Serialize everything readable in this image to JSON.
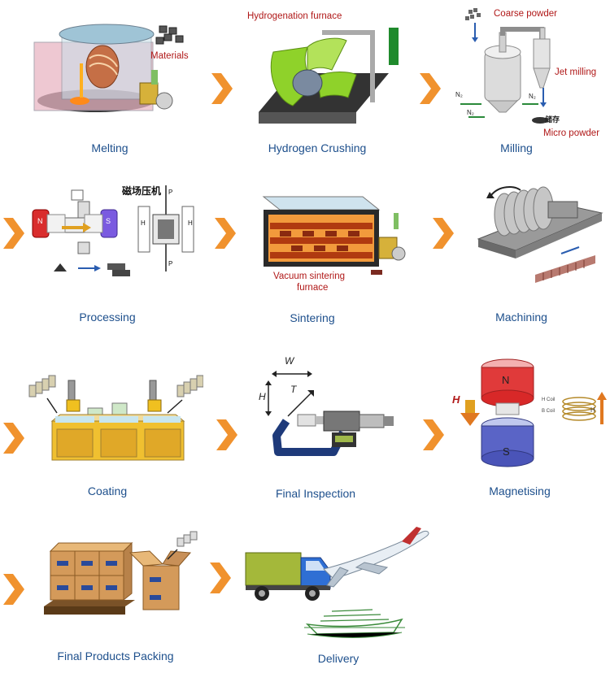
{
  "steps": [
    {
      "label": "Melting",
      "annotations": [
        "Materials"
      ]
    },
    {
      "label": "Hydrogen Crushing",
      "annotations": [
        "Hydrogenation furnace"
      ]
    },
    {
      "label": "Milling",
      "annotations": [
        "Coarse powder",
        "Jet milling",
        "Micro powder",
        "N₂",
        "N₂",
        "N₂",
        "储存"
      ]
    },
    {
      "label": "Processing",
      "annotations": [
        "磁场压机",
        "N",
        "S",
        "H",
        "H",
        "P",
        "P"
      ]
    },
    {
      "label": "Sintering",
      "annotations": [
        "Vacuum sintering",
        "furnace"
      ]
    },
    {
      "label": "Machining",
      "annotations": []
    },
    {
      "label": "Coating",
      "annotations": []
    },
    {
      "label": "Final Inspection",
      "annotations": [
        "W",
        "H",
        "T"
      ]
    },
    {
      "label": "Magnetising",
      "annotations": [
        "N",
        "S",
        "H",
        "H Coil",
        "B Coil",
        "H"
      ]
    },
    {
      "label": "Final Products Packing",
      "annotations": []
    },
    {
      "label": "Delivery",
      "annotations": []
    }
  ],
  "colors": {
    "label": "#1d4f8c",
    "annotation": "#b01818",
    "arrow": "#f0922e"
  }
}
